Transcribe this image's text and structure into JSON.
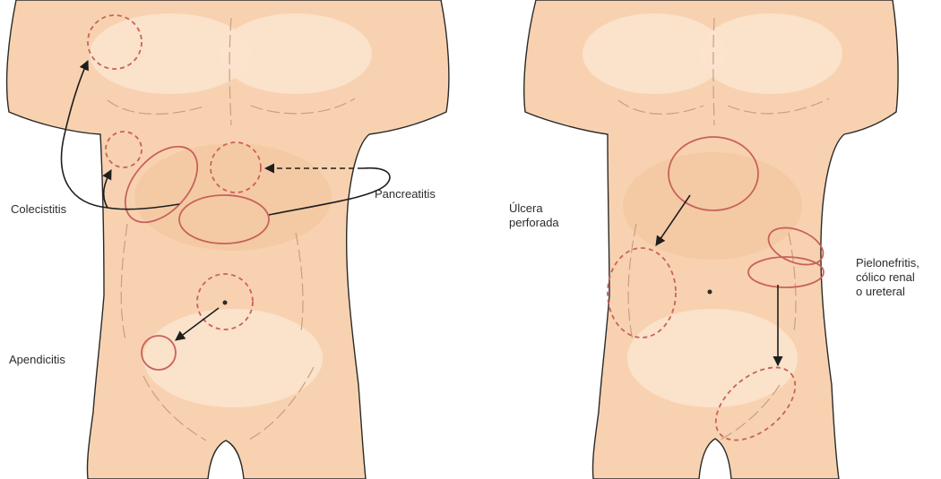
{
  "figure": {
    "left_panel": {
      "labels": {
        "colecistitis": "Colecistitis",
        "pancreatitis": "Pancreatitis",
        "apendicitis": "Apendicitis"
      }
    },
    "right_panel": {
      "labels": {
        "ulcera": [
          "Úlcera",
          "perforada"
        ],
        "pielonefritis": [
          "Pielonefritis,",
          "cólico renal",
          "o ureteral"
        ]
      }
    },
    "colors": {
      "skin": "#f8d2b0",
      "outline": "#2a2a2a",
      "zone": "#c9625a",
      "arrow": "#1e1e1e"
    }
  }
}
